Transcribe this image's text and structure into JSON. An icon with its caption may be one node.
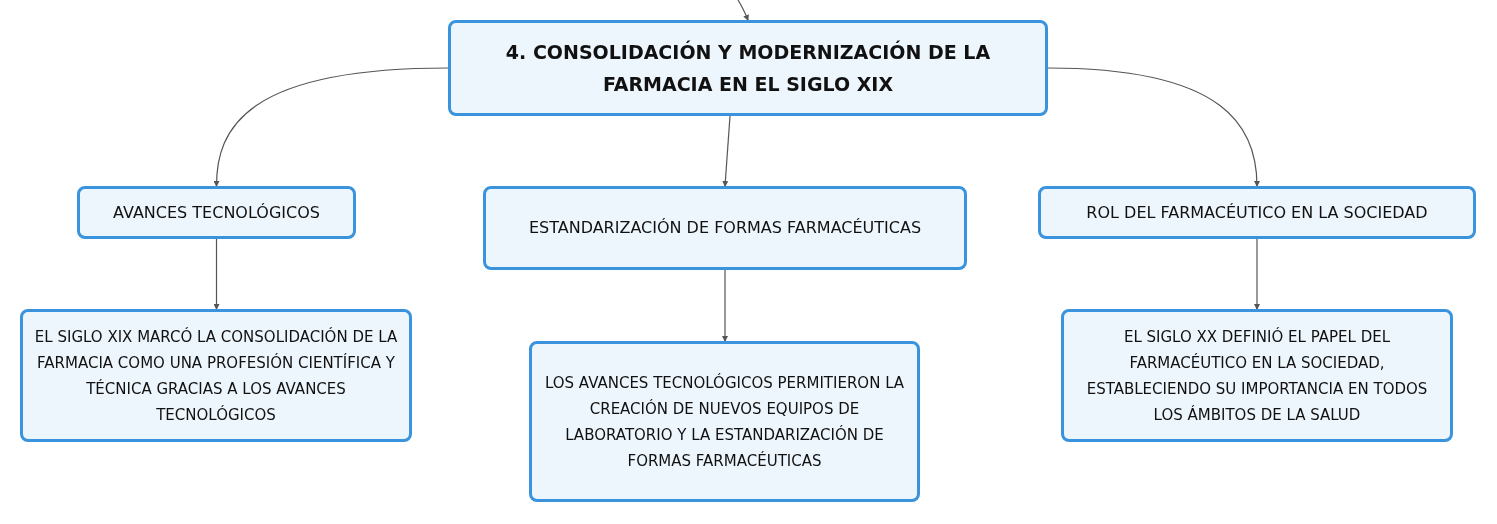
{
  "diagram": {
    "nodes": [
      {
        "text": [
          "4. CONSOLIDACIÓN Y MODERNIZACIÓN DE LA FARMACIA EN EL SIGLO XIX"
        ]
      },
      {
        "text": [
          "AVANCES TECNOLÓGICOS"
        ]
      },
      {
        "text": [
          "ESTANDARIZACIÓN DE FORMAS FARMACÉUTICAS"
        ]
      },
      {
        "text": [
          "ROL DEL FARMACÉUTICO EN LA SOCIEDAD"
        ]
      },
      {
        "text": [
          "EL SIGLO XIX MARCÓ LA CONSOLIDACIÓN DE LA FARMACIA COMO UNA PROFESIÓN CIENTÍFICA Y TÉCNICA GRACIAS A LOS AVANCES TECNOLÓGICOS"
        ]
      },
      {
        "text": [
          "LOS AVANCES TECNOLÓGICOS PERMITIERON LA CREACIÓN DE NUEVOS EQUIPOS DE LABORATORIO Y LA ESTANDARIZACIÓN DE FORMAS FARMACÉUTICAS"
        ]
      },
      {
        "text": [
          "EL SIGLO XX DEFINIÓ EL PAPEL DEL FARMACÉUTICO EN LA SOCIEDAD, ESTABLECIENDO SU IMPORTANCIA EN TODOS LOS ÁMBITOS DE LA SALUD"
        ]
      }
    ],
    "edges": [
      {
        "from": null,
        "to": 0,
        "arrow": "to"
      },
      {
        "from": 0,
        "to": 1,
        "arrow": "to"
      },
      {
        "from": 0,
        "to": 2,
        "arrow": "to"
      },
      {
        "from": 0,
        "to": 3,
        "arrow": "to"
      },
      {
        "from": 1,
        "to": 4,
        "arrow": "to"
      },
      {
        "from": 2,
        "to": 5,
        "arrow": "to"
      },
      {
        "from": 3,
        "to": 6,
        "arrow": "to"
      }
    ]
  }
}
